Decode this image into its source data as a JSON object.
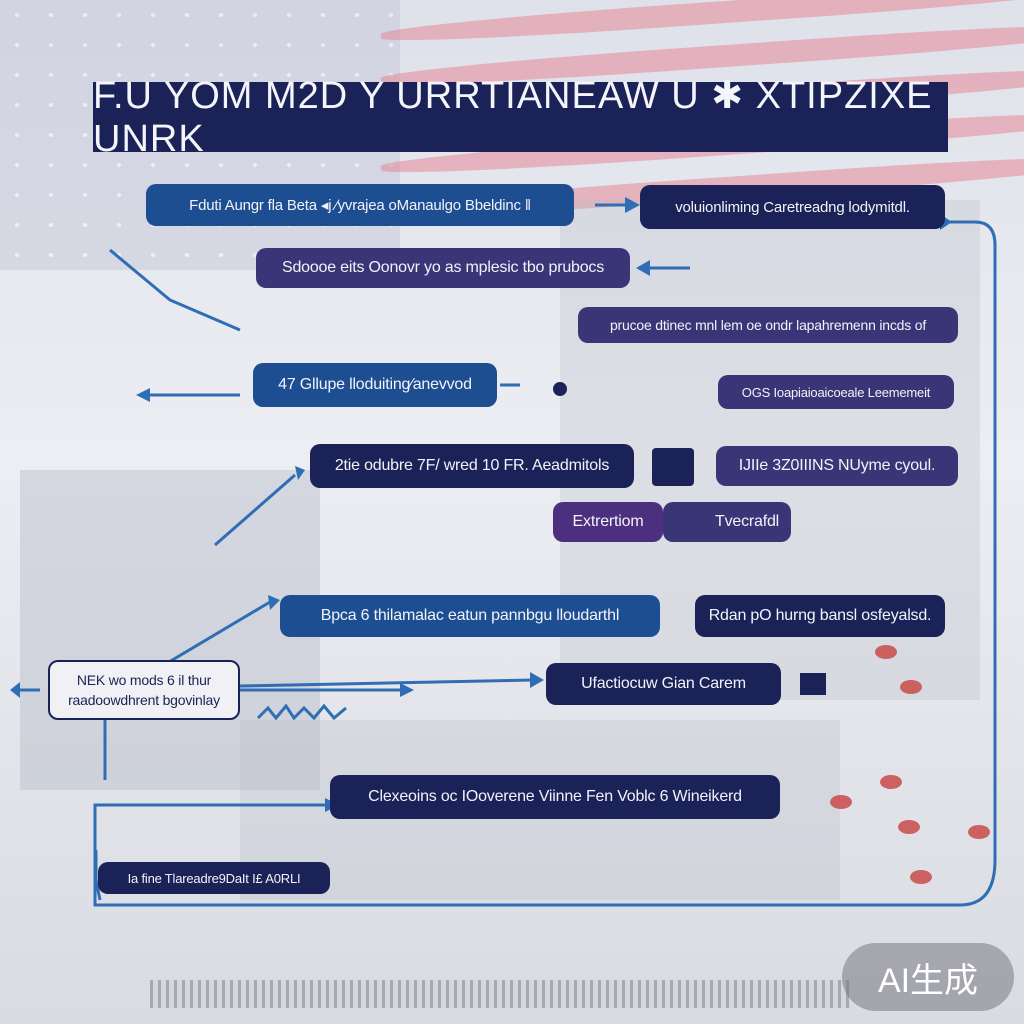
{
  "title": "F.U YOM M2D Y URRTIANEAW U ✱ XTIPZIXE UNRK",
  "boxes": {
    "b1": "Fduti Aungr fla Beta  ◂j ∕yvrajea oManaulgo Bbeldinc  ǁ",
    "b2": "voluionliming Caretreadng lodymitdl.",
    "b3": "Sdoooe eits Oonovr  yo as mplesic  tbo prubocs",
    "b4": "prucoe dtinec mnl lem  oe  ondr lapahremenn  incds  of",
    "b5": "47 Gllupe lloduiting∕anevvod",
    "b6": "OGS  Ioapiaioaicoeale Leememeit",
    "b7": "2tie odubre 7F/ wred 10 FR.  Aeadmitols",
    "b8": "IJIIe 3Z0IIINS  NUyme cyoul.",
    "b9": "Extrertiom",
    "b10": "Tvecrafdl",
    "b11": "Bpca 6 thilamalac  eatun pannbgu lloudarthl",
    "b12": "Rdan pO hurng  bansl osfeyalsd.",
    "b13a": "NEK wo mods 6 il thur",
    "b13b": "raadoowdhrent bgovinlay",
    "b14": "Ufactiocuw Gian Carem",
    "b15": "Clexeoins oc  IOoverene  Viinne  Fen  Voblc 6 Wineikerd",
    "b16": "Ia fine  Tlareadre9DaIt I£ A0RLI"
  },
  "badge": "AI生成",
  "colors": {
    "navy": "#1b2257",
    "blue": "#1e4e92",
    "purple": "#3a3576",
    "connector": "#2f6db5"
  }
}
